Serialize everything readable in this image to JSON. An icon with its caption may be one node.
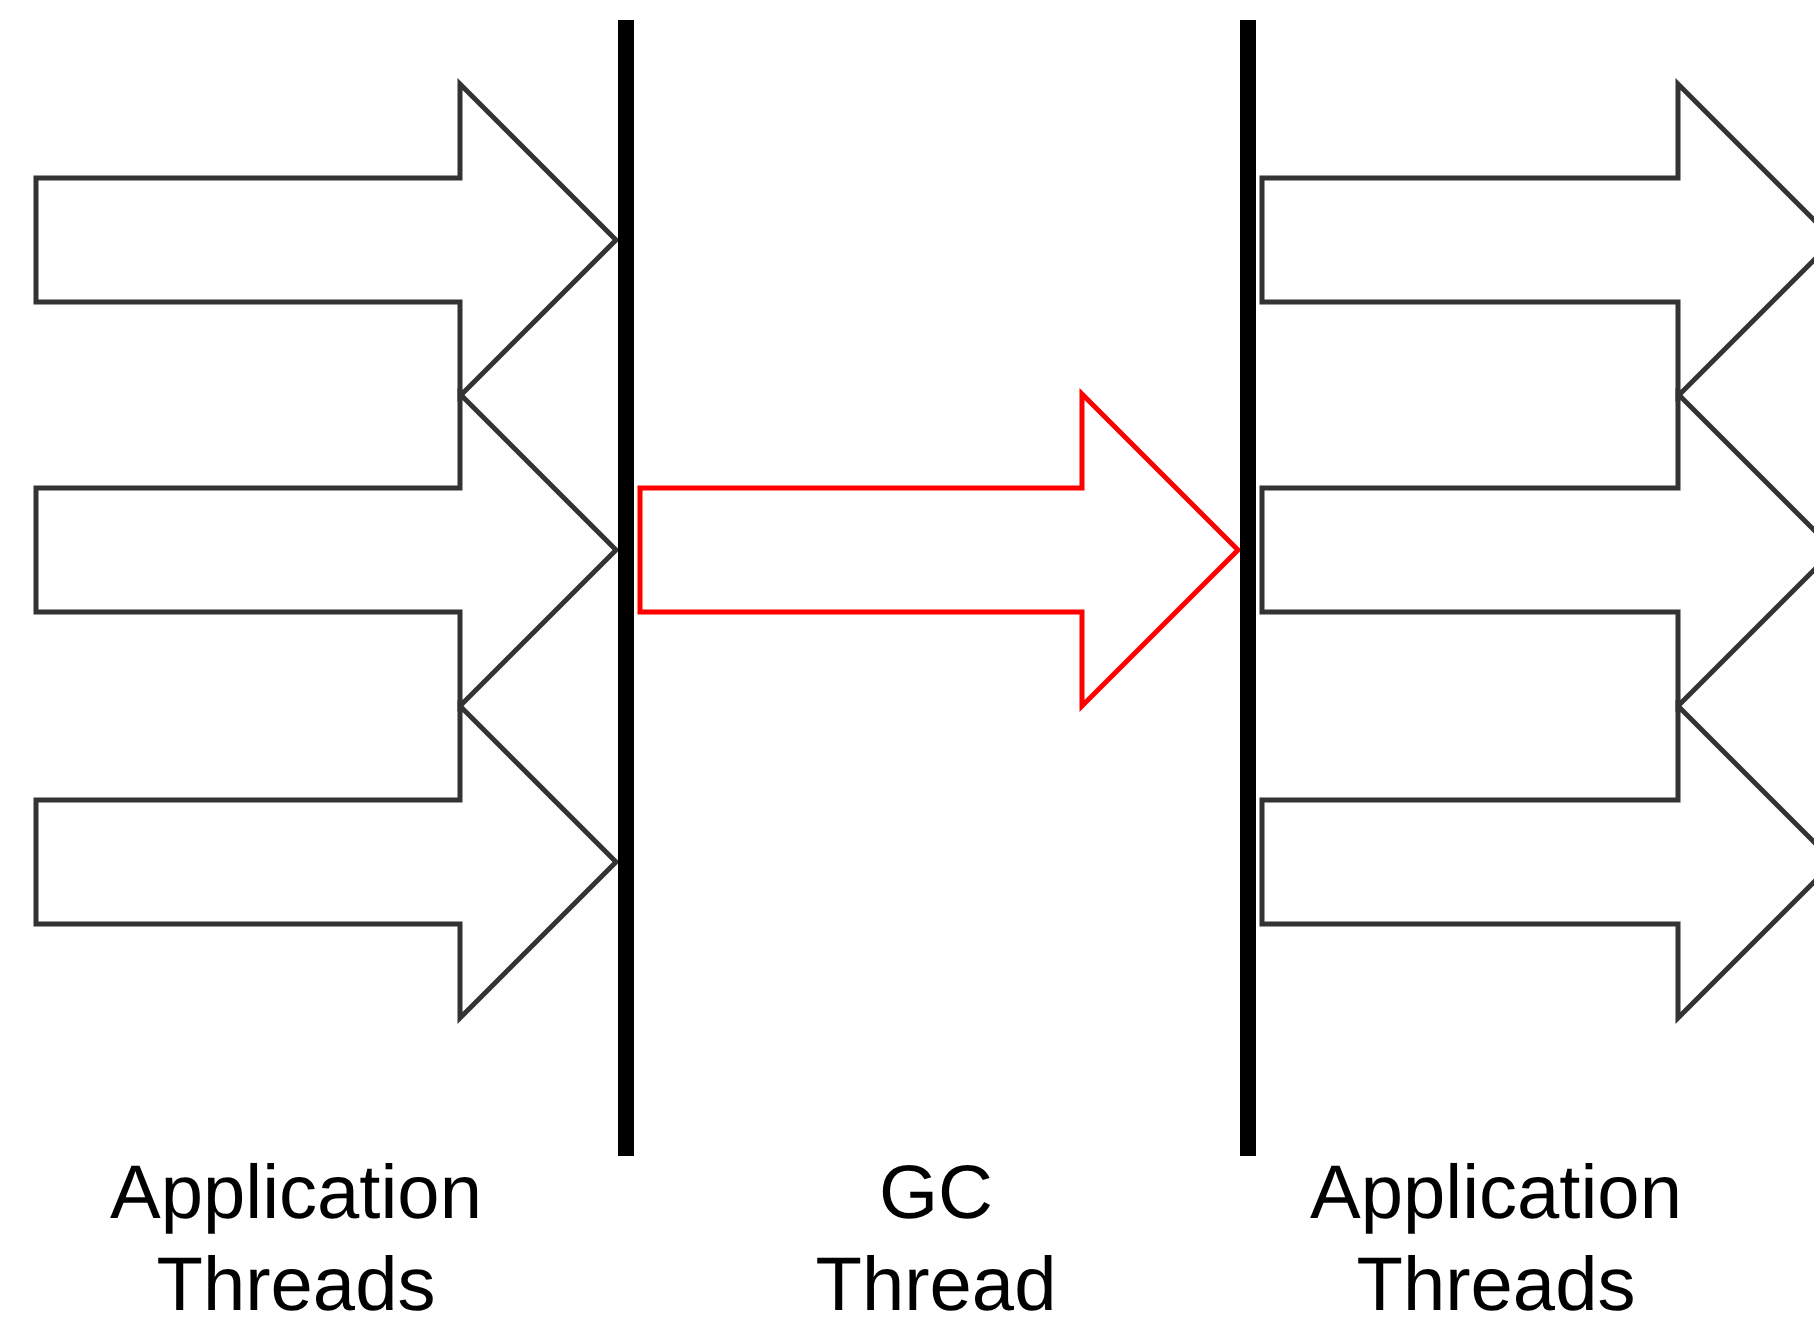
{
  "diagram": {
    "nodes": [
      {
        "text": [],
        "shape": "bar"
      },
      {
        "text": [],
        "shape": "bar"
      }
    ],
    "edges": [
      {
        "from": null,
        "to": 0,
        "arrow": "to"
      },
      {
        "from": null,
        "to": 0,
        "arrow": "to"
      },
      {
        "from": null,
        "to": 0,
        "arrow": "to"
      },
      {
        "from": 0,
        "to": 1,
        "arrow": "to",
        "color": "#ff0000"
      },
      {
        "from": 1,
        "to": null,
        "arrow": "to"
      },
      {
        "from": 1,
        "to": null,
        "arrow": "to"
      },
      {
        "from": 1,
        "to": null,
        "arrow": "to"
      }
    ],
    "labels": [
      "Application Threads",
      "GC Thread",
      "Application Threads"
    ]
  }
}
